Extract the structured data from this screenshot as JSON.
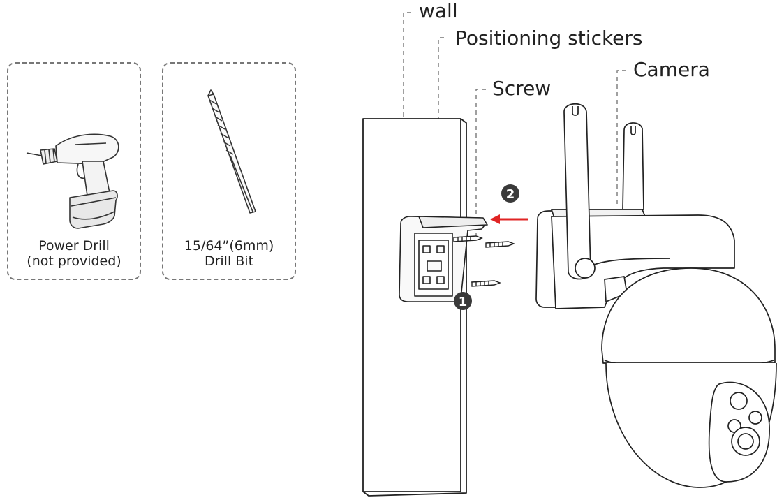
{
  "tools": [
    {
      "line1": "Power Drill",
      "line2": "(not provided)",
      "icon": "power-drill-icon"
    },
    {
      "line1": "15/64”(6mm)",
      "line2": "Drill Bit",
      "icon": "drill-bit-icon"
    }
  ],
  "callouts": {
    "wall": "wall",
    "stickers": "Positioning stickers",
    "screw": "Screw",
    "camera": "Camera"
  },
  "steps": {
    "one": "1",
    "two": "2"
  },
  "colors": {
    "line": "#333333",
    "arrow": "#e02424",
    "badge": "#3a3a3a",
    "dashed": "#777777"
  }
}
